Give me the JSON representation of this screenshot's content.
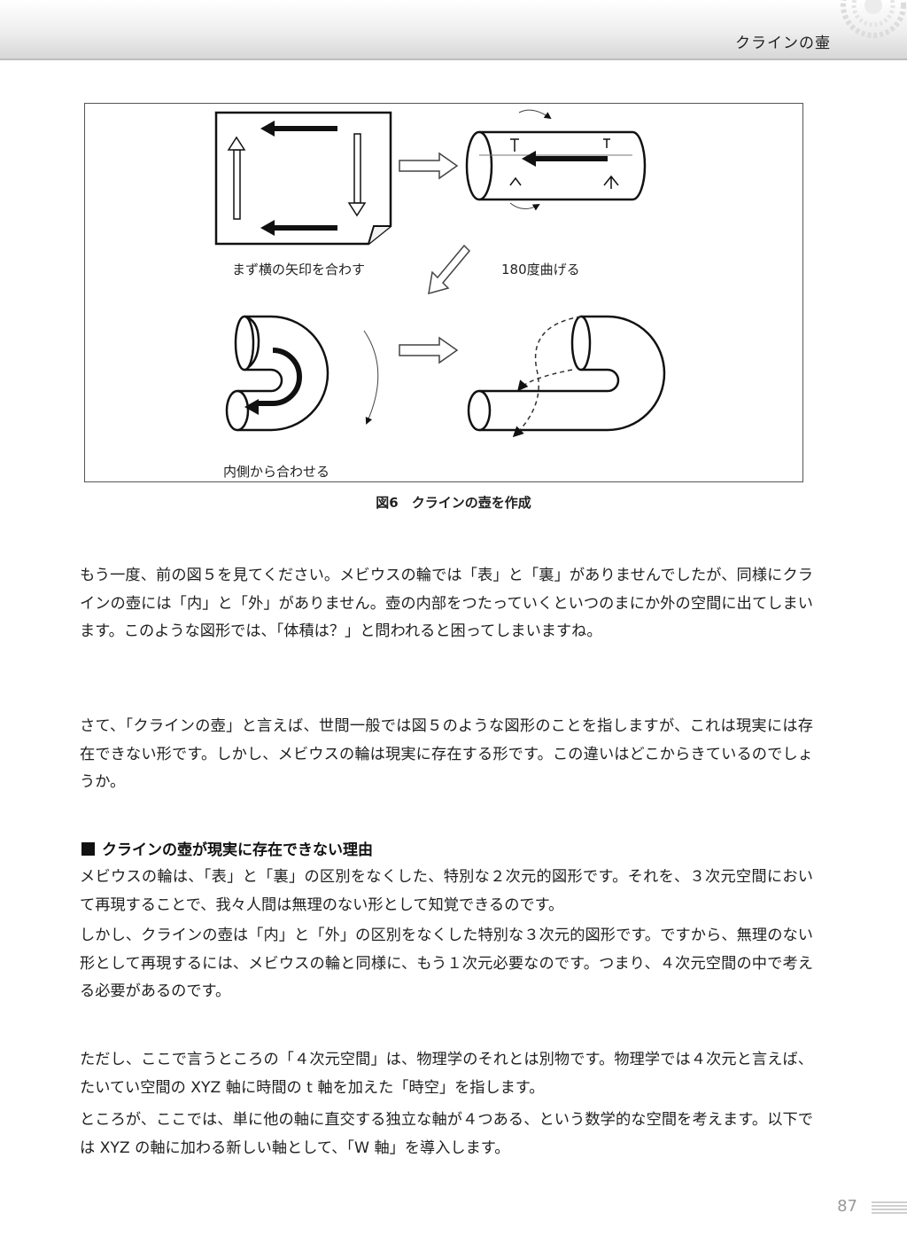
{
  "header": {
    "title": "クラインの壷"
  },
  "figure": {
    "labels": {
      "step1": "まず横の矢印を合わす",
      "step2": "180度曲げる",
      "step3": "内側から合わせる"
    },
    "caption": "図6　クラインの壺を作成"
  },
  "body": {
    "p1": "もう一度、前の図５を見てください。メビウスの輪では「表」と「裏」がありませんでしたが、同様にクラインの壺には「内」と「外」がありません。壺の内部をつたっていくといつのまにか外の空間に出てしまいます。このような図形では、「体積は？」と問われると困ってしまいますね。",
    "p2": "さて、「クラインの壺」と言えば、世間一般では図５のような図形のことを指しますが、これは現実には存在できない形です。しかし、メビウスの輪は現実に存在する形です。この違いはどこからきているのでしょうか。",
    "section_heading": "クラインの壺が現実に存在できない理由",
    "p3": "メビウスの輪は、「表」と「裏」の区別をなくした、特別な２次元的図形です。それを、３次元空間において再現することで、我々人間は無理のない形として知覚できるのです。",
    "p4": "しかし、クラインの壺は「内」と「外」の区別をなくした特別な３次元的図形です。ですから、無理のない形として再現するには、メビウスの輪と同様に、もう１次元必要なのです。つまり、４次元空間の中で考える必要があるのです。",
    "p5": "ただし、ここで言うところの「４次元空間」は、物理学のそれとは別物です。物理学では４次元と言えば、たいてい空間の XYZ 軸に時間の t 軸を加えた「時空」を指します。",
    "p6": "ところが、ここでは、単に他の軸に直交する独立な軸が４つある、という数学的な空間を考えます。以下では XYZ の軸に加わる新しい軸として、「W 軸」を導入します。"
  },
  "footer": {
    "page_number": "87"
  }
}
